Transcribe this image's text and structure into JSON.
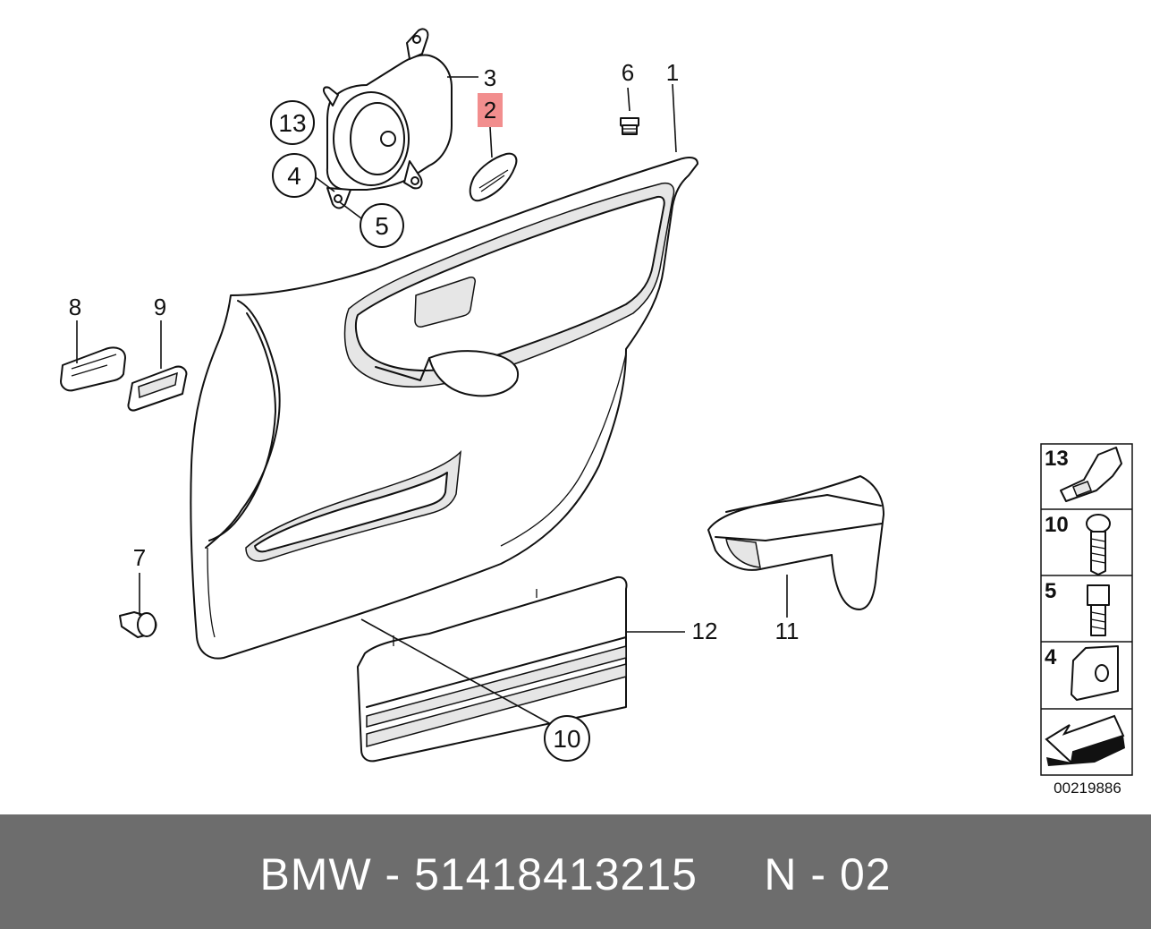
{
  "diagram": {
    "labels": {
      "p1": "1",
      "p2": "2",
      "p3": "3",
      "p4": "4",
      "p5": "5",
      "p6": "6",
      "p7": "7",
      "p8": "8",
      "p9": "9",
      "p10": "10",
      "p11": "11",
      "p12": "12",
      "p13": "13"
    },
    "highlight_color": "#f28e8e",
    "legend": {
      "items": [
        "13",
        "10",
        "5",
        "4"
      ]
    },
    "diagram_number": "00219886"
  },
  "footer": {
    "text": "BMW - 51418413215     N - 02",
    "background": "#6d6d6d"
  }
}
